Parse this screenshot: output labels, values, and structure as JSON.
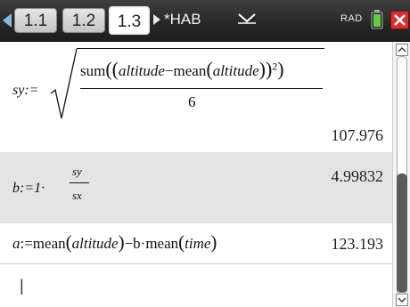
{
  "tabs": [
    {
      "label": "1.1"
    },
    {
      "label": "1.2"
    },
    {
      "label": "1.3",
      "active": true
    }
  ],
  "document": {
    "name": "*HAB"
  },
  "status": {
    "angle_mode": "RAD"
  },
  "entries": [
    {
      "input_prefix": "sy:=",
      "numerator_func": "sum",
      "numerator_var": "altitude",
      "numerator_minus": "−mean",
      "numerator_inner_var": "altitude",
      "numerator_exp": "2",
      "denominator": "6",
      "result": "107.976"
    },
    {
      "input_prefix": "b:=1·",
      "frac_num": "sy",
      "frac_den": "sx",
      "result": "4.99832"
    },
    {
      "input_a": "a",
      "input_assign": ":=mean",
      "input_var1": "altitude",
      "input_minus": "−b·mean",
      "input_var2": "time",
      "result": "123.193"
    }
  ],
  "cursor": "|",
  "colors": {
    "topbar": "#262626",
    "shaded_row": "#e4e4e4",
    "close": "#d83030"
  }
}
